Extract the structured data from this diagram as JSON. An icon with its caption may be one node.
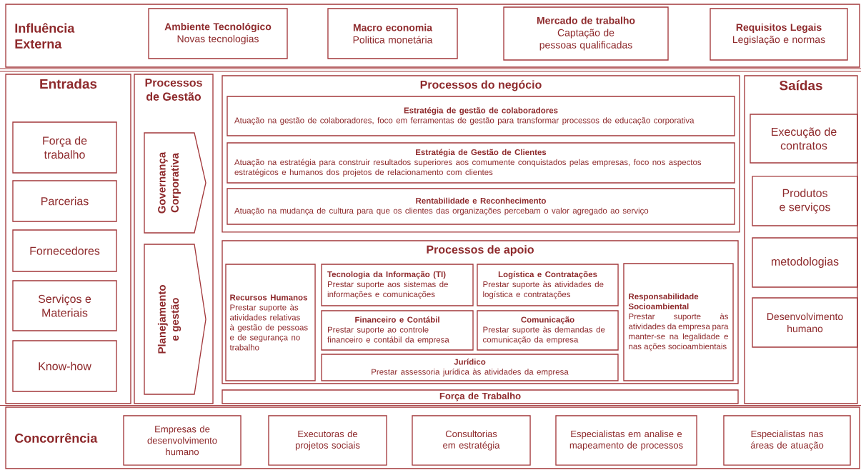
{
  "diagram": {
    "nodes": [
      {
        "text": [
          "Influência Externa"
        ]
      },
      {
        "text": [
          "Ambiente Tecnológico",
          "Novas tecnologias"
        ],
        "in": 0
      },
      {
        "text": [
          "Macro economia",
          "Politica monetária"
        ],
        "in": 0
      },
      {
        "text": [
          "Mercado de trabalho",
          "Captação de pessoas qualificadas"
        ],
        "in": 0
      },
      {
        "text": [
          "Requisitos Legais",
          "Legislação e normas"
        ],
        "in": 0
      },
      {
        "text": [
          "Entradas"
        ]
      },
      {
        "text": [
          "Força de trabalho"
        ],
        "in": 5
      },
      {
        "text": [
          "Parcerias"
        ],
        "in": 5
      },
      {
        "text": [
          "Fornecedores"
        ],
        "in": 5
      },
      {
        "text": [
          "Serviços e Materiais"
        ],
        "in": 5
      },
      {
        "text": [
          "Know-how"
        ],
        "in": 5
      },
      {
        "text": [
          "Processos de Gestão"
        ]
      },
      {
        "text": [
          "Governança Corporativa"
        ],
        "in": 11
      },
      {
        "text": [
          "Planejamento e gestão"
        ],
        "in": 11
      },
      {
        "text": [
          "Processos do negócio"
        ]
      },
      {
        "text": [
          "Estratégia de gestão de colaboradores",
          "Atuação na gestão de colaboradores, foco em ferramentas de gestão para transformar processos de educação corporativa"
        ],
        "in": 14
      },
      {
        "text": [
          "Estratégia de Gestão de Clientes",
          "Atuação na estratégia para construir resultados superiores aos comumente conquistados pelas empresas, foco nos aspectos estratégicos e humanos dos projetos de relacionamento com clientes"
        ],
        "in": 14
      },
      {
        "text": [
          "Rentabilidade e Reconhecimento",
          "Atuação na mudança de cultura para que os clientes das organizações percebam o valor agregado ao serviço"
        ],
        "in": 14
      },
      {
        "text": [
          "Processos de apoio"
        ]
      },
      {
        "text": [
          "Recursos Humanos",
          "Prestar suporte às atividades relativas à gestão de pessoas e de segurança no trabalho"
        ],
        "in": 18
      },
      {
        "text": [
          "Tecnologia da Informação (TI)",
          "Prestar suporte aos sistemas de informações e comunicações"
        ],
        "in": 18
      },
      {
        "text": [
          "Logística e Contratações",
          "Prestar suporte às atividades de logística e contratações"
        ],
        "in": 18
      },
      {
        "text": [
          "Financeiro e Contábil",
          "Prestar suporte ao controle financeiro e contábil da empresa"
        ],
        "in": 18
      },
      {
        "text": [
          "Comunicação",
          "Prestar suporte às demandas de comunicação da empresa"
        ],
        "in": 18
      },
      {
        "text": [
          "Jurídico",
          "Prestar assessoria jurídica às atividades da empresa"
        ],
        "in": 18
      },
      {
        "text": [
          "Responsabilidade Socioambiental",
          "Prestar suporte às atividades da empresa para manter-se na legalidade e nas ações socioambientais"
        ],
        "in": 18
      },
      {
        "text": [
          "Força de Trabalho"
        ]
      },
      {
        "text": [
          "Saídas"
        ]
      },
      {
        "text": [
          "Execução de contratos"
        ],
        "in": 27
      },
      {
        "text": [
          "Produtos e serviços"
        ],
        "in": 27
      },
      {
        "text": [
          "metodologias"
        ],
        "in": 27
      },
      {
        "text": [
          "Desenvolvimento humano"
        ],
        "in": 27
      },
      {
        "text": [
          "Concorrência"
        ]
      },
      {
        "text": [
          "Empresas de desenvolvimento humano"
        ],
        "in": 32
      },
      {
        "text": [
          "Executoras de projetos sociais"
        ],
        "in": 32
      },
      {
        "text": [
          "Consultorias em estratégia"
        ],
        "in": 32
      },
      {
        "text": [
          "Especialistas em analise e mapeamento de processos"
        ],
        "in": 32
      },
      {
        "text": [
          "Especialistas nas áreas de atuação"
        ],
        "in": 32
      }
    ]
  }
}
